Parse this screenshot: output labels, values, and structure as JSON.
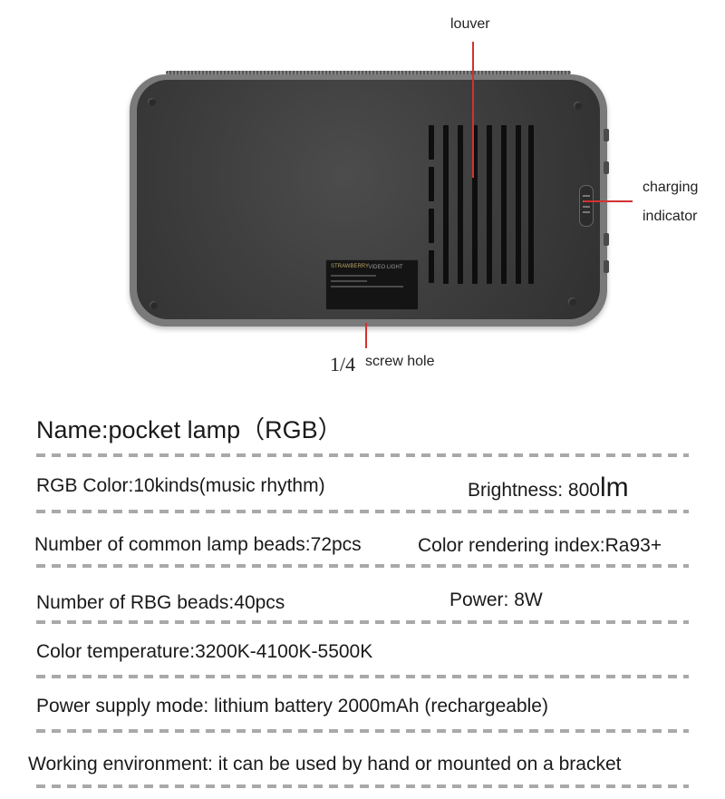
{
  "diagram": {
    "callouts": {
      "louver": "louver",
      "charging_line1": "charging",
      "charging_line2": "indicator",
      "screw_prefix": "1/4",
      "screw_text": "screw hole"
    },
    "label_plate": {
      "brand": "STRAWBERRY",
      "title": "VIDEO LIGHT"
    },
    "colors": {
      "pointer": "#d23232",
      "body": "#3c3c3c"
    }
  },
  "specs": {
    "name": "Name:pocket lamp（RGB）",
    "rgb_color": "RGB Color:10kinds(music rhythm)",
    "brightness_label": "Brightness: 800",
    "brightness_unit": "lm",
    "common_beads": "Number of common lamp beads:72pcs",
    "cri": "Color rendering index:Ra93+",
    "rgb_beads": "Number of RBG beads:40pcs",
    "power": "Power: 8W",
    "color_temp": "Color temperature:3200K-4100K-5500K",
    "power_supply": "Power supply mode: lithium battery 2000mAh (rechargeable)",
    "environment": "Working environment: it can be used by hand or mounted on a bracket"
  }
}
